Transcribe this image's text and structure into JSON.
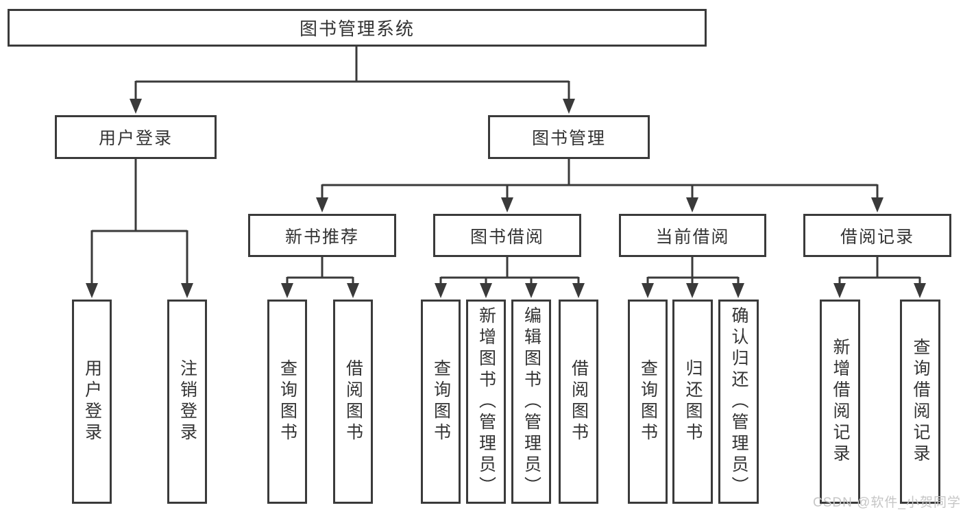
{
  "nodes": {
    "root": "图书管理系统",
    "user_login": "用户登录",
    "book_management": "图书管理",
    "new_book_recommend": "新书推荐",
    "book_borrowing": "图书借阅",
    "current_borrowing": "当前借阅",
    "borrowing_records": "借阅记录",
    "leaf_user_login": "用户登录",
    "leaf_logout": "注销登录",
    "rec_query_books": "查询图书",
    "rec_borrow_books": "借阅图书",
    "bor_query_books": "查询图书",
    "bor_add_books": "新增图书（管理员）",
    "bor_edit_books": "编辑图书（管理员）",
    "bor_borrow_books": "借阅图书",
    "cur_query_books": "查询图书",
    "cur_return_books": "归还图书",
    "cur_confirm_return": "确认归还（管理员）",
    "log_add_record": "新增借阅记录",
    "log_query_record": "查询借阅记录"
  },
  "watermark": "CSDN @软件_小贺同学",
  "colors": {
    "line": "#3a3a3a",
    "box_border": "#3a3a3a",
    "text": "#333333",
    "watermark": "#c6c6c6",
    "background": "#ffffff"
  }
}
